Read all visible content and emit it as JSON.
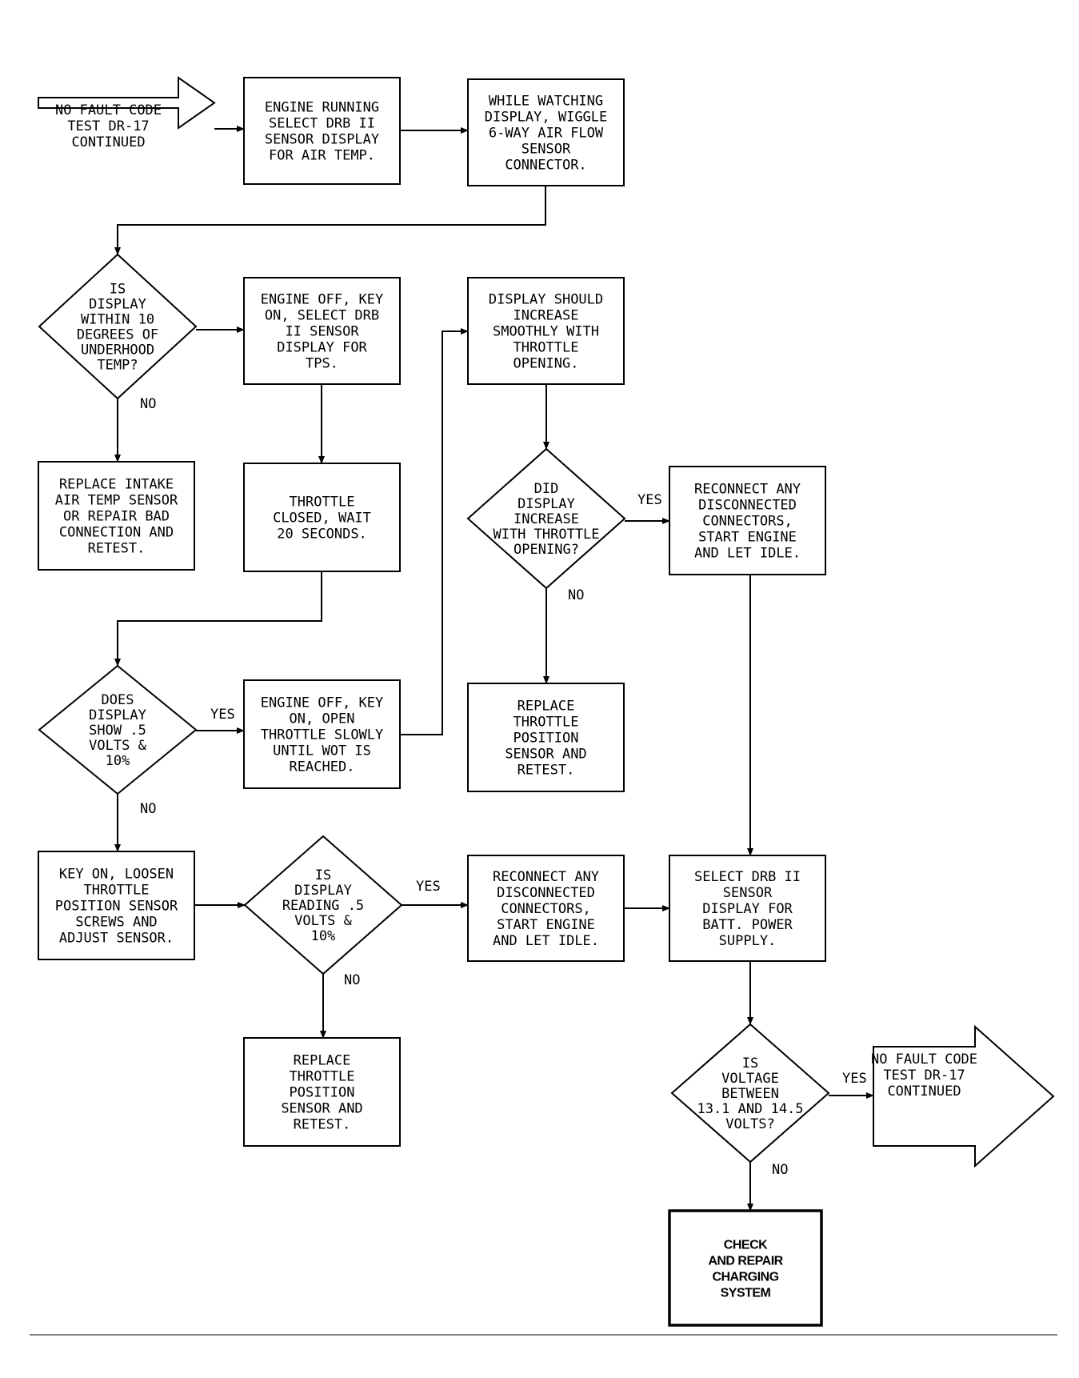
{
  "diagram": {
    "nodes": [
      {
        "id": "start",
        "shape": "arrow",
        "lines": [
          "NO FAULT CODE",
          "TEST DR-17",
          "CONTINUED"
        ]
      },
      {
        "id": "n1",
        "shape": "box",
        "lines": [
          "ENGINE RUNNING",
          "SELECT DRB II",
          "SENSOR DISPLAY",
          "FOR AIR TEMP."
        ]
      },
      {
        "id": "n2",
        "shape": "box",
        "lines": [
          "WHILE WATCHING",
          "DISPLAY, WIGGLE",
          "6-WAY AIR FLOW",
          "SENSOR",
          "CONNECTOR."
        ]
      },
      {
        "id": "d1",
        "shape": "diamond",
        "lines": [
          "IS",
          "DISPLAY",
          "WITHIN 10",
          "DEGREES OF",
          "UNDERHOOD",
          "TEMP?"
        ]
      },
      {
        "id": "n3",
        "shape": "box",
        "lines": [
          "ENGINE OFF, KEY",
          "ON, SELECT DRB",
          "II SENSOR",
          "DISPLAY FOR",
          "TPS."
        ]
      },
      {
        "id": "n4",
        "shape": "box",
        "lines": [
          "DISPLAY SHOULD",
          "INCREASE",
          "SMOOTHLY WITH",
          "THROTTLE",
          "OPENING."
        ]
      },
      {
        "id": "n5",
        "shape": "box",
        "lines": [
          "REPLACE INTAKE",
          "AIR TEMP SENSOR",
          "OR REPAIR BAD",
          "CONNECTION AND",
          "RETEST."
        ]
      },
      {
        "id": "n6",
        "shape": "box",
        "lines": [
          "THROTTLE",
          "CLOSED, WAIT",
          "20 SECONDS."
        ]
      },
      {
        "id": "d2",
        "shape": "diamond",
        "lines": [
          "DID",
          "DISPLAY",
          "INCREASE",
          "WITH THROTTLE",
          "OPENING?"
        ]
      },
      {
        "id": "n7",
        "shape": "box",
        "lines": [
          "RECONNECT ANY",
          "DISCONNECTED",
          "CONNECTORS,",
          "START ENGINE",
          "AND LET IDLE."
        ]
      },
      {
        "id": "d3",
        "shape": "diamond",
        "lines": [
          "DOES",
          "DISPLAY",
          "SHOW .5",
          "VOLTS &",
          "10%"
        ]
      },
      {
        "id": "n8",
        "shape": "box",
        "lines": [
          "ENGINE OFF, KEY",
          "ON, OPEN",
          "THROTTLE SLOWLY",
          "UNTIL WOT IS",
          "REACHED."
        ]
      },
      {
        "id": "n9",
        "shape": "box",
        "lines": [
          "REPLACE",
          "THROTTLE",
          "POSITION",
          "SENSOR AND",
          "RETEST."
        ]
      },
      {
        "id": "n10",
        "shape": "box",
        "lines": [
          "KEY ON, LOOSEN",
          "THROTTLE",
          "POSITION SENSOR",
          "SCREWS AND",
          "ADJUST SENSOR."
        ]
      },
      {
        "id": "d4",
        "shape": "diamond",
        "lines": [
          "IS",
          "DISPLAY",
          "READING .5",
          "VOLTS &",
          "10%"
        ]
      },
      {
        "id": "n11",
        "shape": "box",
        "lines": [
          "RECONNECT ANY",
          "DISCONNECTED",
          "CONNECTORS,",
          "START ENGINE",
          "AND LET IDLE."
        ]
      },
      {
        "id": "n12",
        "shape": "box",
        "lines": [
          "SELECT DRB II",
          "SENSOR",
          "DISPLAY FOR",
          "BATT. POWER",
          "SUPPLY."
        ]
      },
      {
        "id": "n13",
        "shape": "box",
        "lines": [
          "REPLACE",
          "THROTTLE",
          "POSITION",
          "SENSOR AND",
          "RETEST."
        ]
      },
      {
        "id": "d5",
        "shape": "diamond",
        "lines": [
          "IS",
          "VOLTAGE",
          "BETWEEN",
          "13.1 AND 14.5",
          "VOLTS?"
        ]
      },
      {
        "id": "end",
        "shape": "arrow",
        "lines": [
          "NO FAULT CODE",
          "TEST DR-17",
          "CONTINUED"
        ]
      },
      {
        "id": "n14",
        "shape": "box-bold",
        "lines": [
          "CHECK",
          "AND REPAIR",
          "CHARGING",
          "SYSTEM"
        ]
      }
    ],
    "edges": [
      {
        "from": "start",
        "to": "n1",
        "label": ""
      },
      {
        "from": "n1",
        "to": "n2",
        "label": ""
      },
      {
        "from": "n2",
        "to": "d1",
        "label": ""
      },
      {
        "from": "d1",
        "to": "n3",
        "label": ""
      },
      {
        "from": "d1",
        "to": "n5",
        "label": "NO"
      },
      {
        "from": "n3",
        "to": "n6",
        "label": ""
      },
      {
        "from": "n6",
        "to": "d3",
        "label": ""
      },
      {
        "from": "d3",
        "to": "n8",
        "label": "YES"
      },
      {
        "from": "d3",
        "to": "n10",
        "label": "NO"
      },
      {
        "from": "n8",
        "to": "n4",
        "label": ""
      },
      {
        "from": "n4",
        "to": "d2",
        "label": ""
      },
      {
        "from": "d2",
        "to": "n7",
        "label": "YES"
      },
      {
        "from": "d2",
        "to": "n9",
        "label": "NO"
      },
      {
        "from": "n7",
        "to": "n12",
        "label": ""
      },
      {
        "from": "n10",
        "to": "d4",
        "label": ""
      },
      {
        "from": "d4",
        "to": "n11",
        "label": "YES"
      },
      {
        "from": "d4",
        "to": "n13",
        "label": "NO"
      },
      {
        "from": "n11",
        "to": "n12",
        "label": ""
      },
      {
        "from": "n12",
        "to": "d5",
        "label": ""
      },
      {
        "from": "d5",
        "to": "end",
        "label": "YES"
      },
      {
        "from": "d5",
        "to": "n14",
        "label": "NO"
      }
    ]
  }
}
